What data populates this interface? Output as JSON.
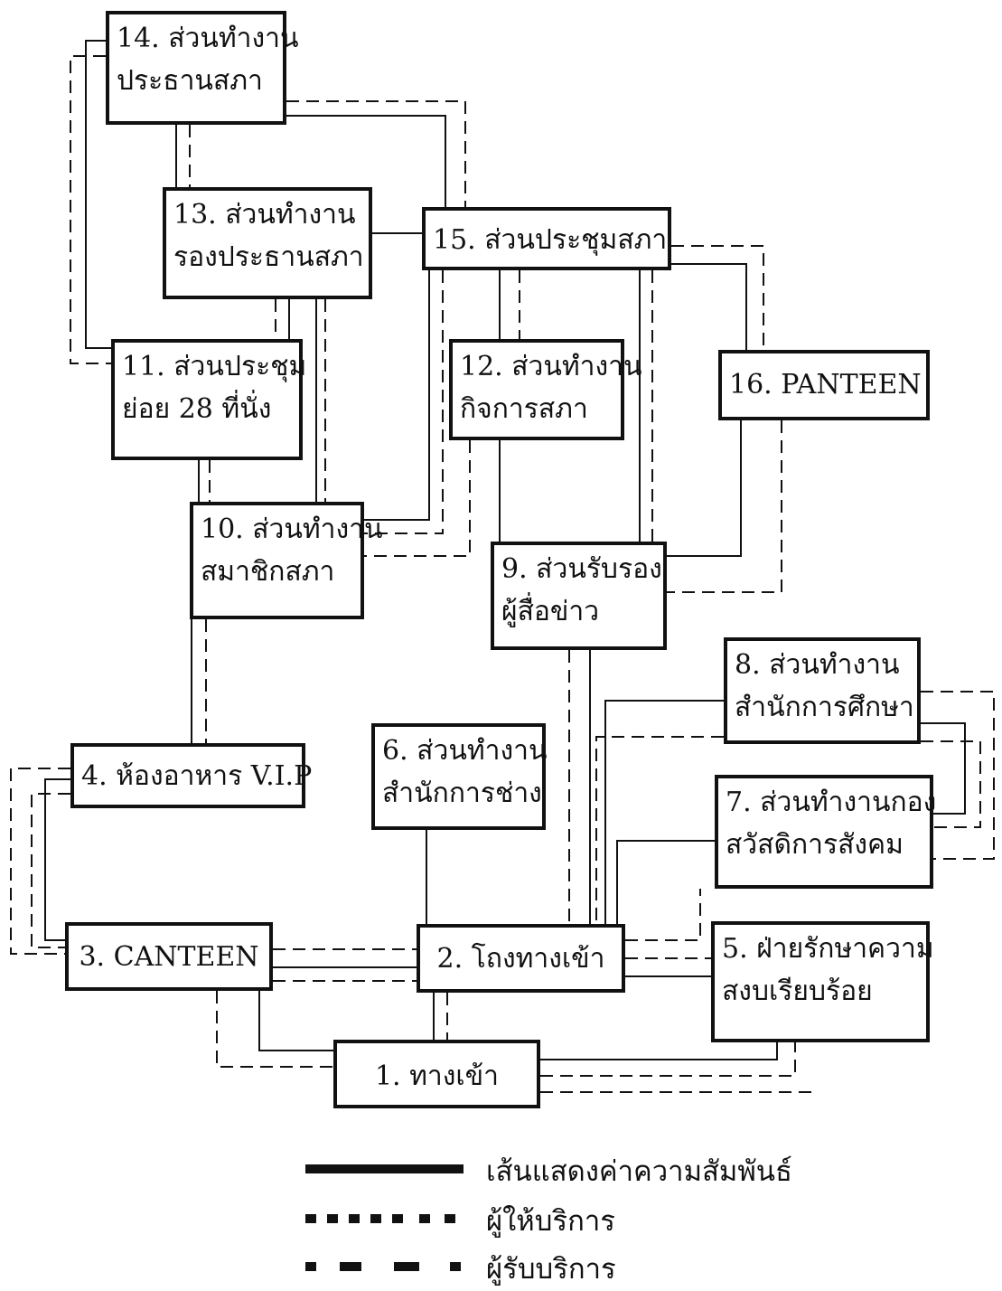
{
  "nodes": {
    "n1": {
      "lines": [
        "1. ทางเข้า"
      ]
    },
    "n2": {
      "lines": [
        "2. โถงทางเข้า"
      ]
    },
    "n3": {
      "lines": [
        "3. CANTEEN"
      ]
    },
    "n4": {
      "lines": [
        "4. ห้องอาหาร V.I.P"
      ]
    },
    "n5": {
      "lines": [
        "5. ฝ่ายรักษาความ",
        "สงบเรียบร้อย"
      ]
    },
    "n6": {
      "lines": [
        "6. ส่วนทำงาน",
        "สำนักการช่าง"
      ]
    },
    "n7": {
      "lines": [
        "7. ส่วนทำงานกอง",
        "สวัสดิการสังคม"
      ]
    },
    "n8": {
      "lines": [
        "8. ส่วนทำงาน",
        "สำนักการศึกษา"
      ]
    },
    "n9": {
      "lines": [
        "9. ส่วนรับรอง",
        "ผู้สื่อข่าว"
      ]
    },
    "n10": {
      "lines": [
        "10. ส่วนทำงาน",
        "สมาชิกสภา"
      ]
    },
    "n11": {
      "lines": [
        "11. ส่วนประชุม",
        "ย่อย 28 ที่นั่ง"
      ]
    },
    "n12": {
      "lines": [
        "12. ส่วนทำงาน",
        "กิจการสภา"
      ]
    },
    "n13": {
      "lines": [
        "13. ส่วนทำงาน",
        "รองประธานสภา"
      ]
    },
    "n14": {
      "lines": [
        "14. ส่วนทำงาน",
        "ประธานสภา"
      ]
    },
    "n15": {
      "lines": [
        "15. ส่วนประชุมสภา"
      ]
    },
    "n16": {
      "lines": [
        "16. PANTEEN"
      ]
    }
  },
  "legend": {
    "relation": "เส้นแสดงค่าความสัมพันธ์",
    "provider": "ผู้ให้บริการ",
    "receiver": "ผู้รับบริการ"
  },
  "line_colors": {
    "ink": "#111111"
  }
}
